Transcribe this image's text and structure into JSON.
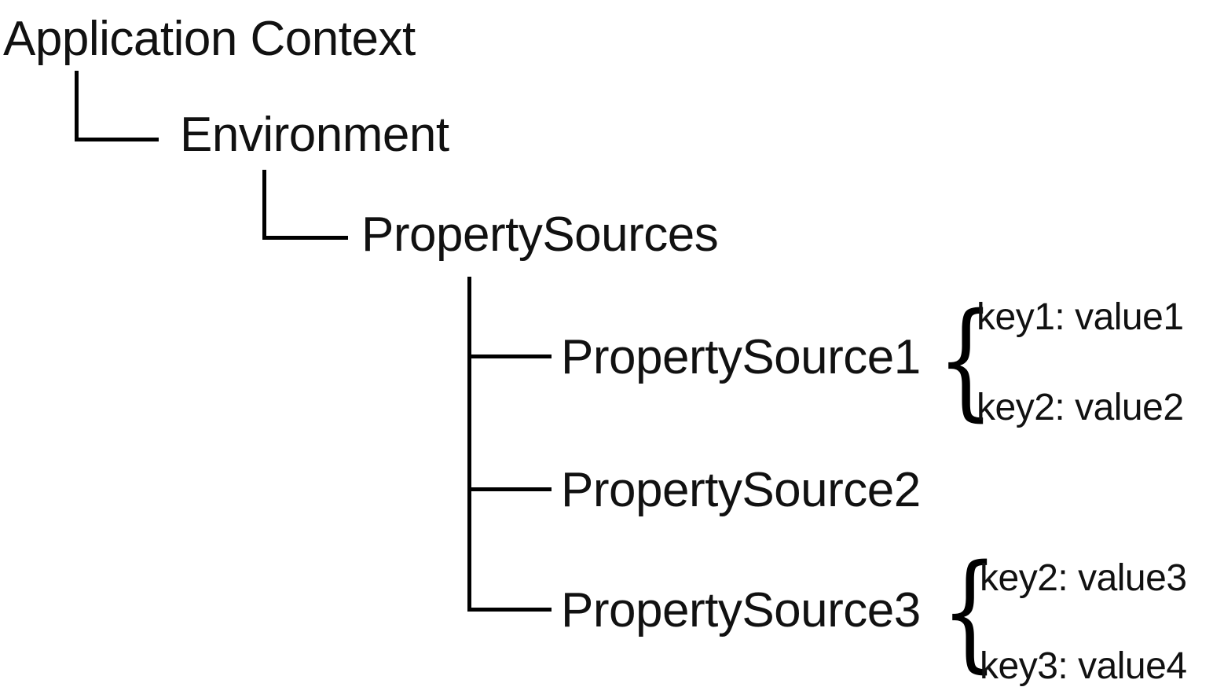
{
  "diagram": {
    "type": "tree",
    "colors": {
      "background": "#ffffff",
      "line": "#000000",
      "text": "#111111"
    },
    "glyphs": {
      "left_brace": "{"
    },
    "root": {
      "label": "Application Context"
    },
    "environment": {
      "label": "Environment"
    },
    "property_sources": {
      "label": "PropertySources",
      "children": [
        {
          "label": "PropertySource1",
          "entries": [
            "key1: value1",
            "key2: value2"
          ]
        },
        {
          "label": "PropertySource2",
          "entries": []
        },
        {
          "label": "PropertySource3",
          "entries": [
            "key2: value3",
            "key3: value4"
          ]
        }
      ]
    }
  }
}
